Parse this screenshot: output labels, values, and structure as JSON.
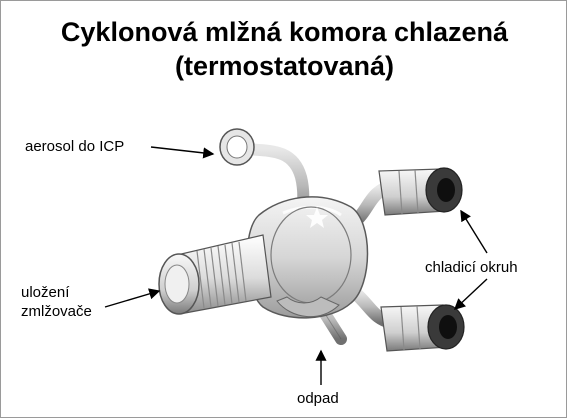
{
  "title": {
    "line1": "Cyklonová mlžná komora chlazená",
    "line2": "(termostatovaná)"
  },
  "labels": {
    "aerosol": "aerosol do ICP",
    "nebulizer_line1": "uložení",
    "nebulizer_line2": "zmlžovače",
    "cooling": "chladicí okruh",
    "waste": "odpad"
  }
}
